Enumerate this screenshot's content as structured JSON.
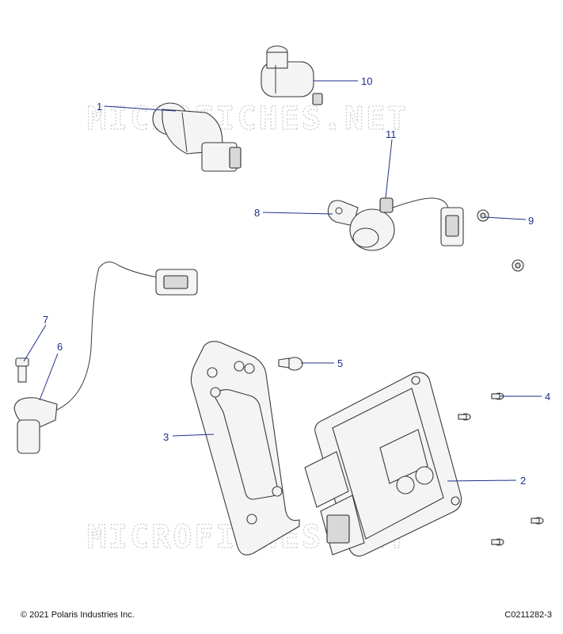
{
  "watermark": {
    "text": "MICROFICHES.NET"
  },
  "callouts": [
    {
      "id": "1",
      "label": "1"
    },
    {
      "id": "2",
      "label": "2"
    },
    {
      "id": "3",
      "label": "3"
    },
    {
      "id": "4",
      "label": "4"
    },
    {
      "id": "5",
      "label": "5"
    },
    {
      "id": "6",
      "label": "6"
    },
    {
      "id": "7",
      "label": "7"
    },
    {
      "id": "8",
      "label": "8"
    },
    {
      "id": "9",
      "label": "9"
    },
    {
      "id": "10",
      "label": "10"
    },
    {
      "id": "11",
      "label": "11"
    }
  ],
  "footer": {
    "copyright": "© 2021 Polaris Industries Inc.",
    "part_code": "C0211282-3"
  },
  "colors": {
    "callout": "#1d2f8a",
    "line_art": "#3a3a3a",
    "watermark": "#c9c9c9"
  }
}
